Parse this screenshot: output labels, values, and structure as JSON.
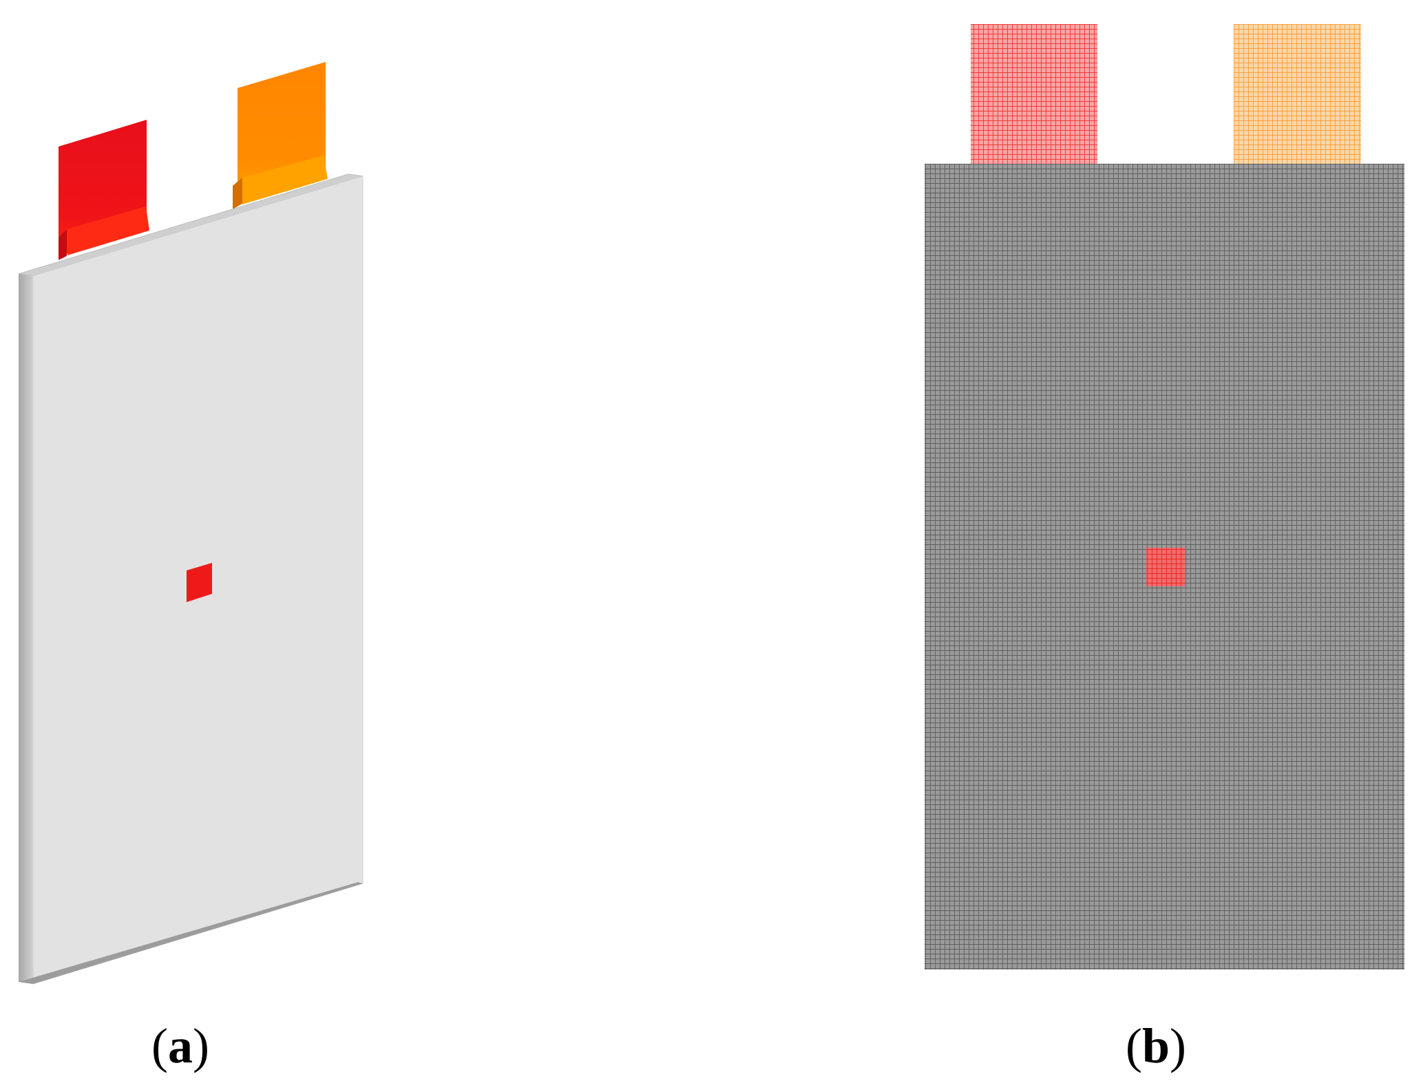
{
  "panels": [
    {
      "id": "a",
      "caption_open": "(",
      "caption_letter": "a",
      "caption_close": ")"
    },
    {
      "id": "b",
      "caption_open": "(",
      "caption_letter": "b",
      "caption_close": ")"
    }
  ],
  "colors": {
    "cell_face": "#e2e2e2",
    "cell_edge_left": "#b4b4b4",
    "cell_edge_top": "#cfcfcf",
    "negative_tab": "#ee1118",
    "positive_tab": "#ff8a00",
    "hotspot": "#ee1a1a",
    "mesh_body": "#8a8a8a",
    "mesh_lines": "#4a4a4a",
    "mesh_tab_negative": "#f26060",
    "mesh_tab_positive": "#f6b466",
    "mesh_hotspot": "#f04848"
  }
}
